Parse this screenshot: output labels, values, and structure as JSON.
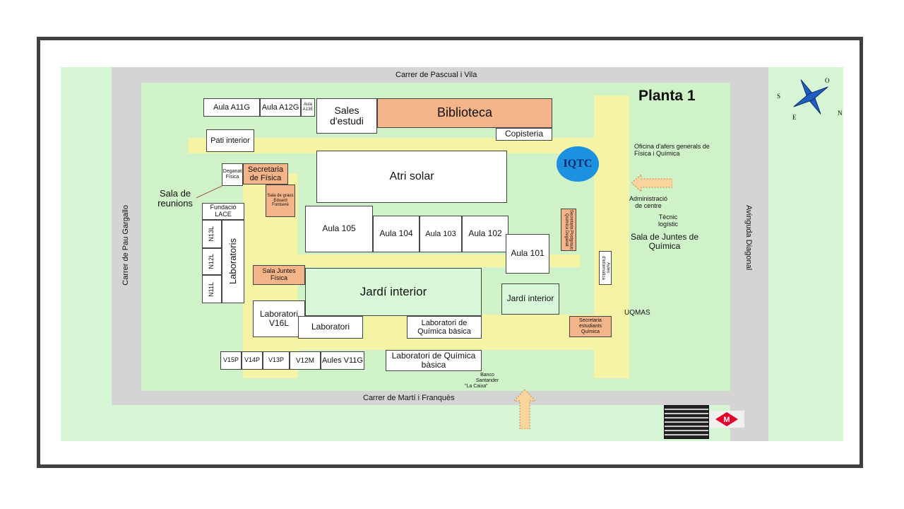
{
  "title": "Planta 1",
  "streets": {
    "north": "Carrer de Pascual i Vila",
    "south": "Carrer de Martí i Franquès",
    "west": "Carrer de Pau Gargallo",
    "east": "Avinguda Diagonal"
  },
  "rooms": {
    "aula_a11g": "Aula A11G",
    "aula_a12g": "Aula A12G",
    "aula_a13e": "Aula A13E",
    "sales_estudi": "Sales d'estudi",
    "biblioteca": "Biblioteca",
    "copisteria": "Copisteria",
    "pati_interior": "Pati interior",
    "deganat_fisica": "Deganat Física",
    "secretaria_fisica": "Secretaria de Física",
    "sala_graus": "Sala de graus Eduard Fontserè",
    "atri_solar": "Atri solar",
    "iqtc": "IQTC",
    "fundacio_lace": "Fundació LACE",
    "n13l": "N13L",
    "n12l": "N12L",
    "n11l": "N11L",
    "laboratoris": "Laboratoris",
    "aula_105": "Aula 105",
    "aula_104": "Aula 104",
    "aula_103": "Aula 103",
    "aula_102": "Aula 102",
    "aula_101": "Aula 101",
    "secretaria_postgraus": "Secretaria Postgraus Química Deganat",
    "aules_informatica": "Aules d'informàtica",
    "sala_juntes_fisica": "Sala Juntes Física",
    "jardi_interior": "Jardí interior",
    "jardi_interior_small": "Jardí interior",
    "lab_v16l": "Laboratori V16L",
    "laboratori": "Laboratori",
    "lab_quimica_basica_1": "Laboratori de Química bàsica",
    "lab_quimica_basica_2": "Laboratori de Química bàsica",
    "secretaria_estudiants": "Secretaria estudiants Química",
    "v15p": "V15P",
    "v14p": "V14P",
    "v13p": "V13P",
    "v12m": "V12M",
    "aules_v11g": "Aules V11G"
  },
  "labels": {
    "sala_reunions": "Sala de reunions",
    "oficina_afers": "Oficina d'afers generals de Física i Química",
    "administracio": "Administració de centre",
    "tecnic": "Tècnic logístic",
    "sala_juntes_quimica": "Sala de Juntes de Química",
    "uqmas": "UQMAS",
    "banco_santander": "Banco Santander",
    "la_caixa": "\"La Caixa\""
  },
  "compass": {
    "n": "N",
    "s": "S",
    "e": "E",
    "o": "O"
  },
  "colors": {
    "outer_green": "#d5f5d5",
    "street": "#d4d4d4",
    "corridor": "#f5f3a6",
    "orange": "#f4b48a",
    "iqtc": "#1e90e0",
    "metro": "#e4002b"
  },
  "icons": [
    "compass-rose-icon",
    "entrance-arrow-icon",
    "metro-icon",
    "info-icon",
    "restroom-icon"
  ]
}
